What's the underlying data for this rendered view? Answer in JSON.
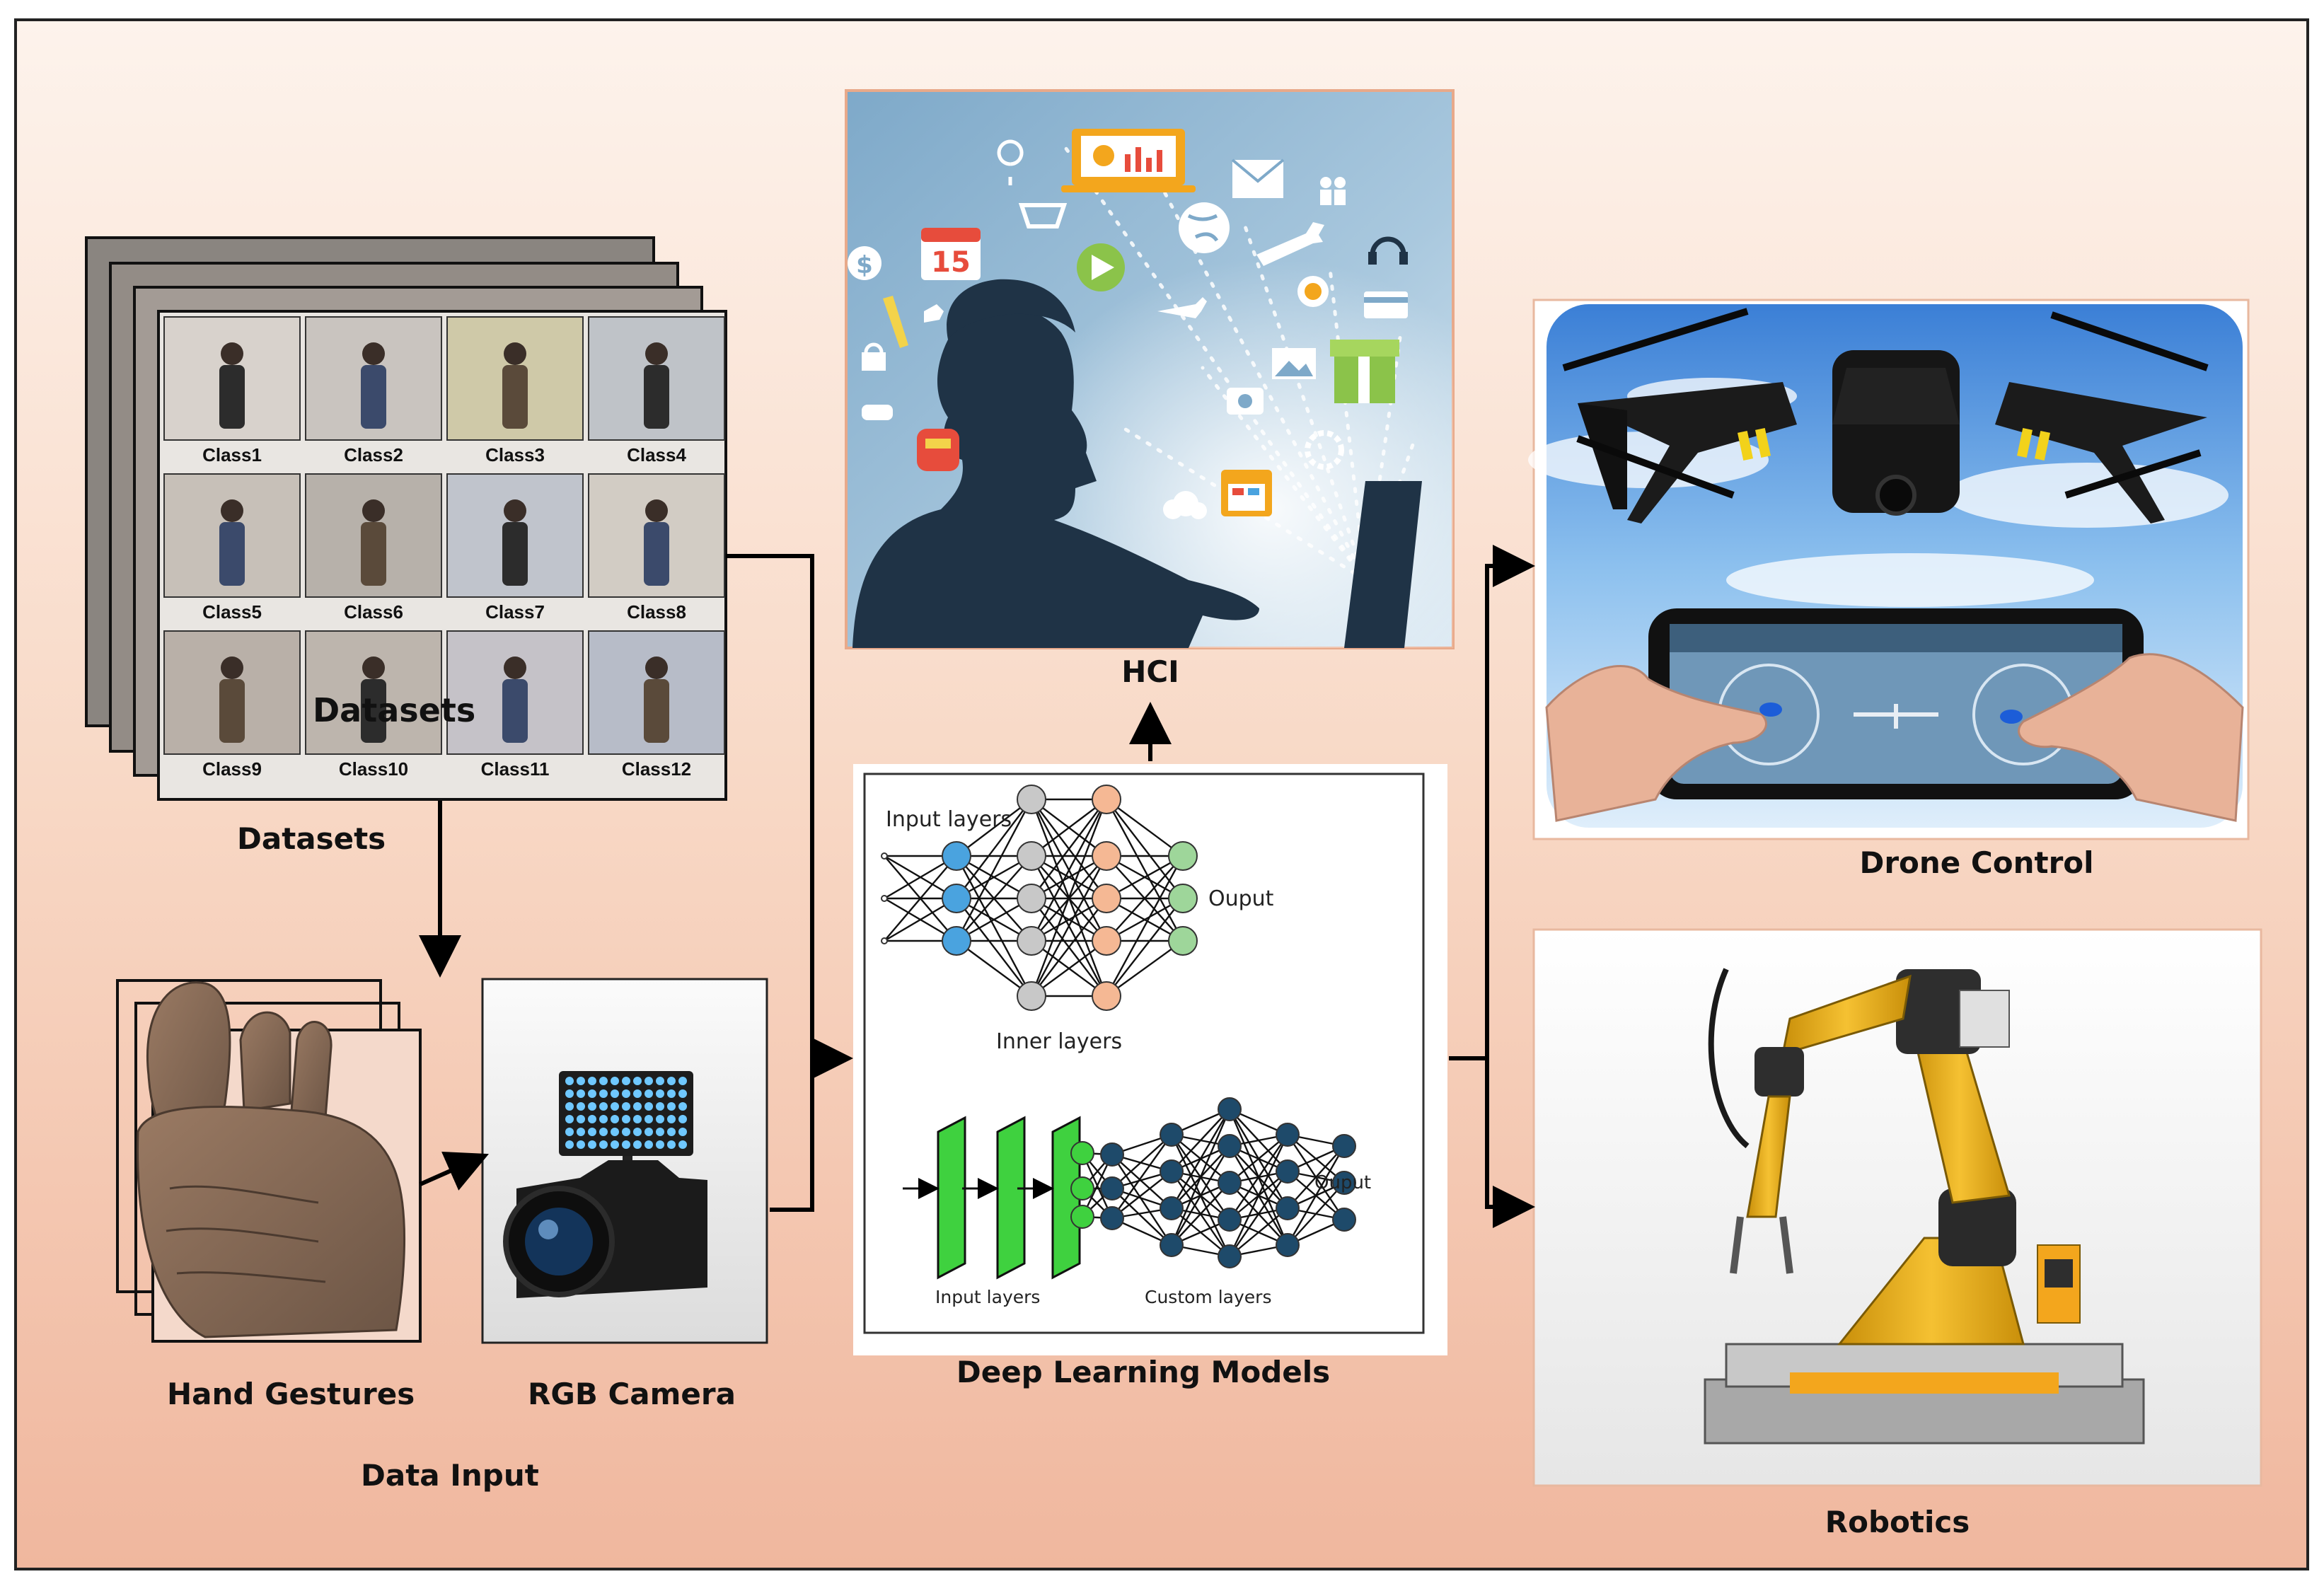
{
  "labels": {
    "datasets": "Datasets",
    "datasets_overlay": "Datasets",
    "hand_gestures": "Hand Gestures",
    "rgb_camera": "RGB Camera",
    "data_input": "Data Input",
    "hci": "HCI",
    "deep_learning_models": "Deep Learning Models",
    "drone_control": "Drone Control",
    "robotics": "Robotics"
  },
  "classes": [
    "Class1",
    "Class2",
    "Class3",
    "Class4",
    "Class5",
    "Class6",
    "Class7",
    "Class8",
    "Class9",
    "Class10",
    "Class11",
    "Class12"
  ],
  "hci_icons": {
    "calendar_day": "15"
  },
  "network": {
    "top": {
      "input_label": "Input layers",
      "inner_label": "Inner layers",
      "output_label": "Ouput"
    },
    "bottom": {
      "input_label": "Input layers",
      "custom_label": "Custom layers",
      "output_label": "Ouput"
    }
  },
  "colors": {
    "background_top": "#fdf1ea",
    "background_bottom": "#f0b79e",
    "frame": "#222222",
    "node_input": "#4aa3df",
    "node_inner_gray": "#c8c8c8",
    "node_inner_orange": "#f5b894",
    "node_output": "#9ed69a",
    "node_dark": "#1e4a6a",
    "conv_green": "#3fd13f"
  }
}
